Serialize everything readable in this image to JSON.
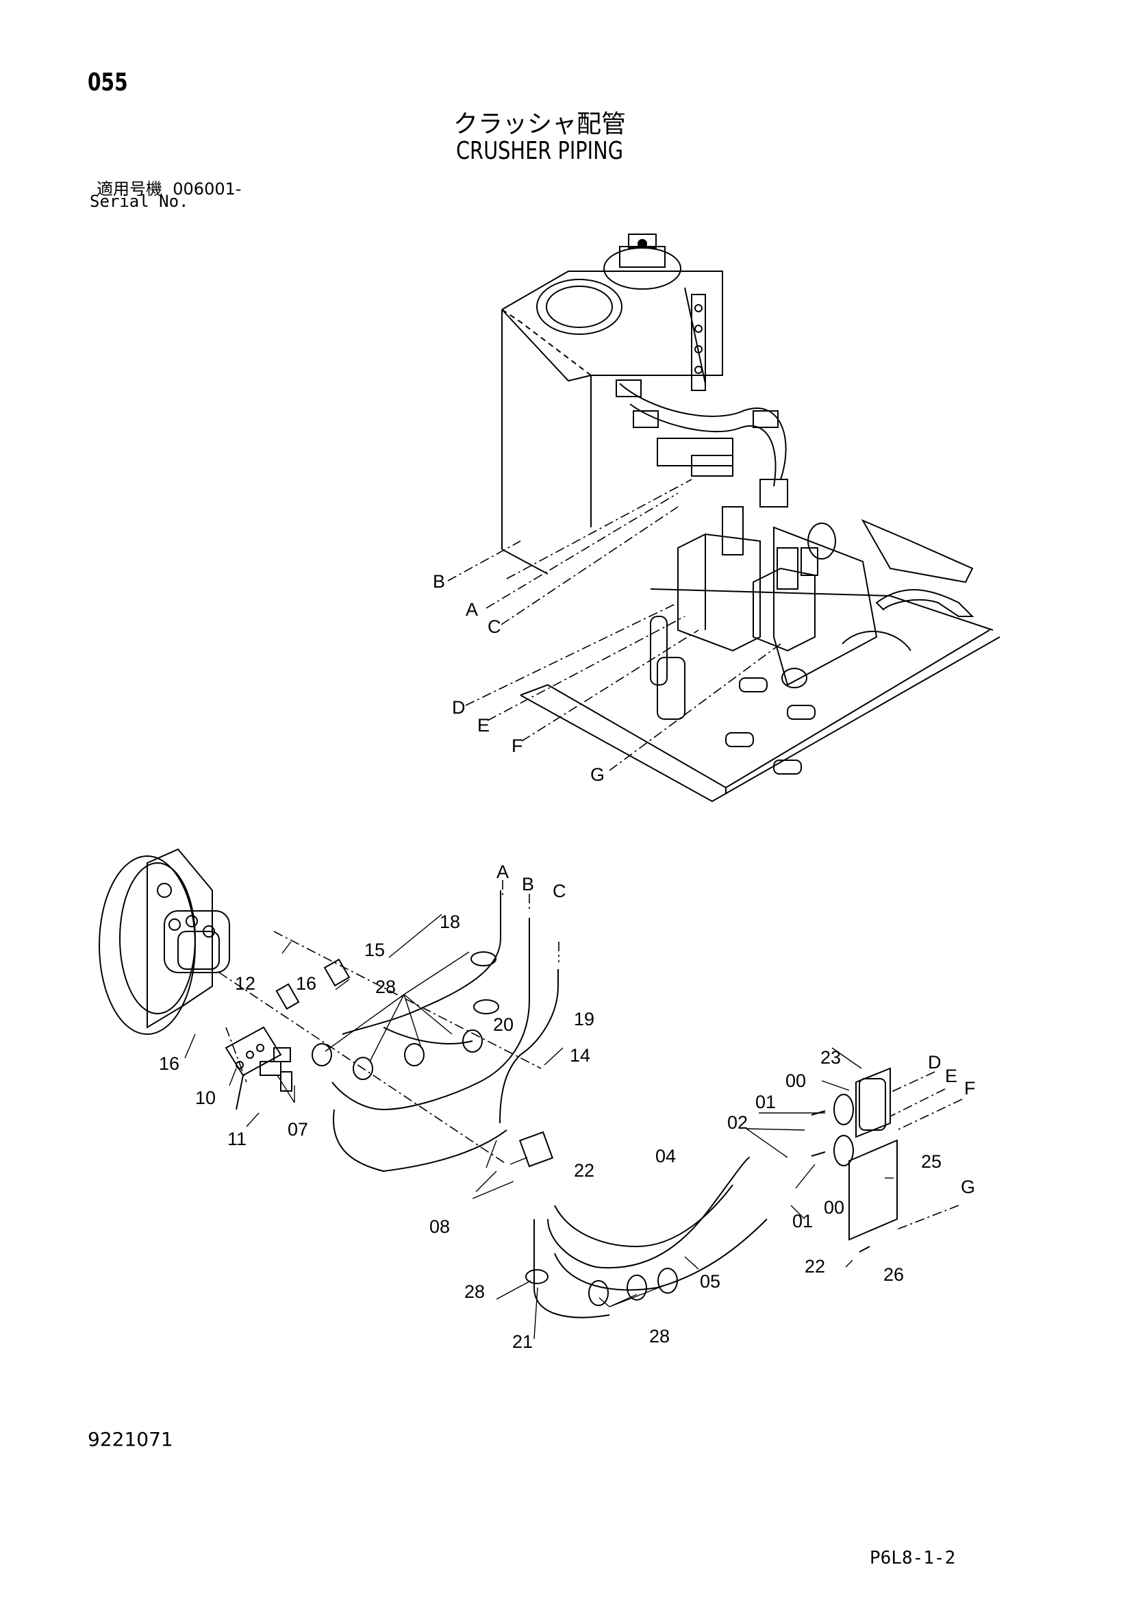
{
  "header": {
    "page_number": "055",
    "title_jp": "クラッシャ配管",
    "title_en": "CRUSHER PIPING",
    "serial_label_jp": "適用号機",
    "serial_value": "006001-",
    "serial_label_en": "Serial No."
  },
  "footer": {
    "doc_number": "9221071",
    "reference": "P6L8-1-2"
  },
  "upper_connection_labels": [
    "A",
    "B",
    "C",
    "D",
    "E",
    "F",
    "G"
  ],
  "lower_end_labels": [
    "A",
    "B",
    "C",
    "D",
    "E",
    "F",
    "G"
  ],
  "part_callouts": [
    "00",
    "01",
    "02",
    "04",
    "05",
    "07",
    "08",
    "10",
    "11",
    "12",
    "14",
    "15",
    "16",
    "18",
    "19",
    "20",
    "21",
    "22",
    "23",
    "25",
    "26",
    "28"
  ]
}
